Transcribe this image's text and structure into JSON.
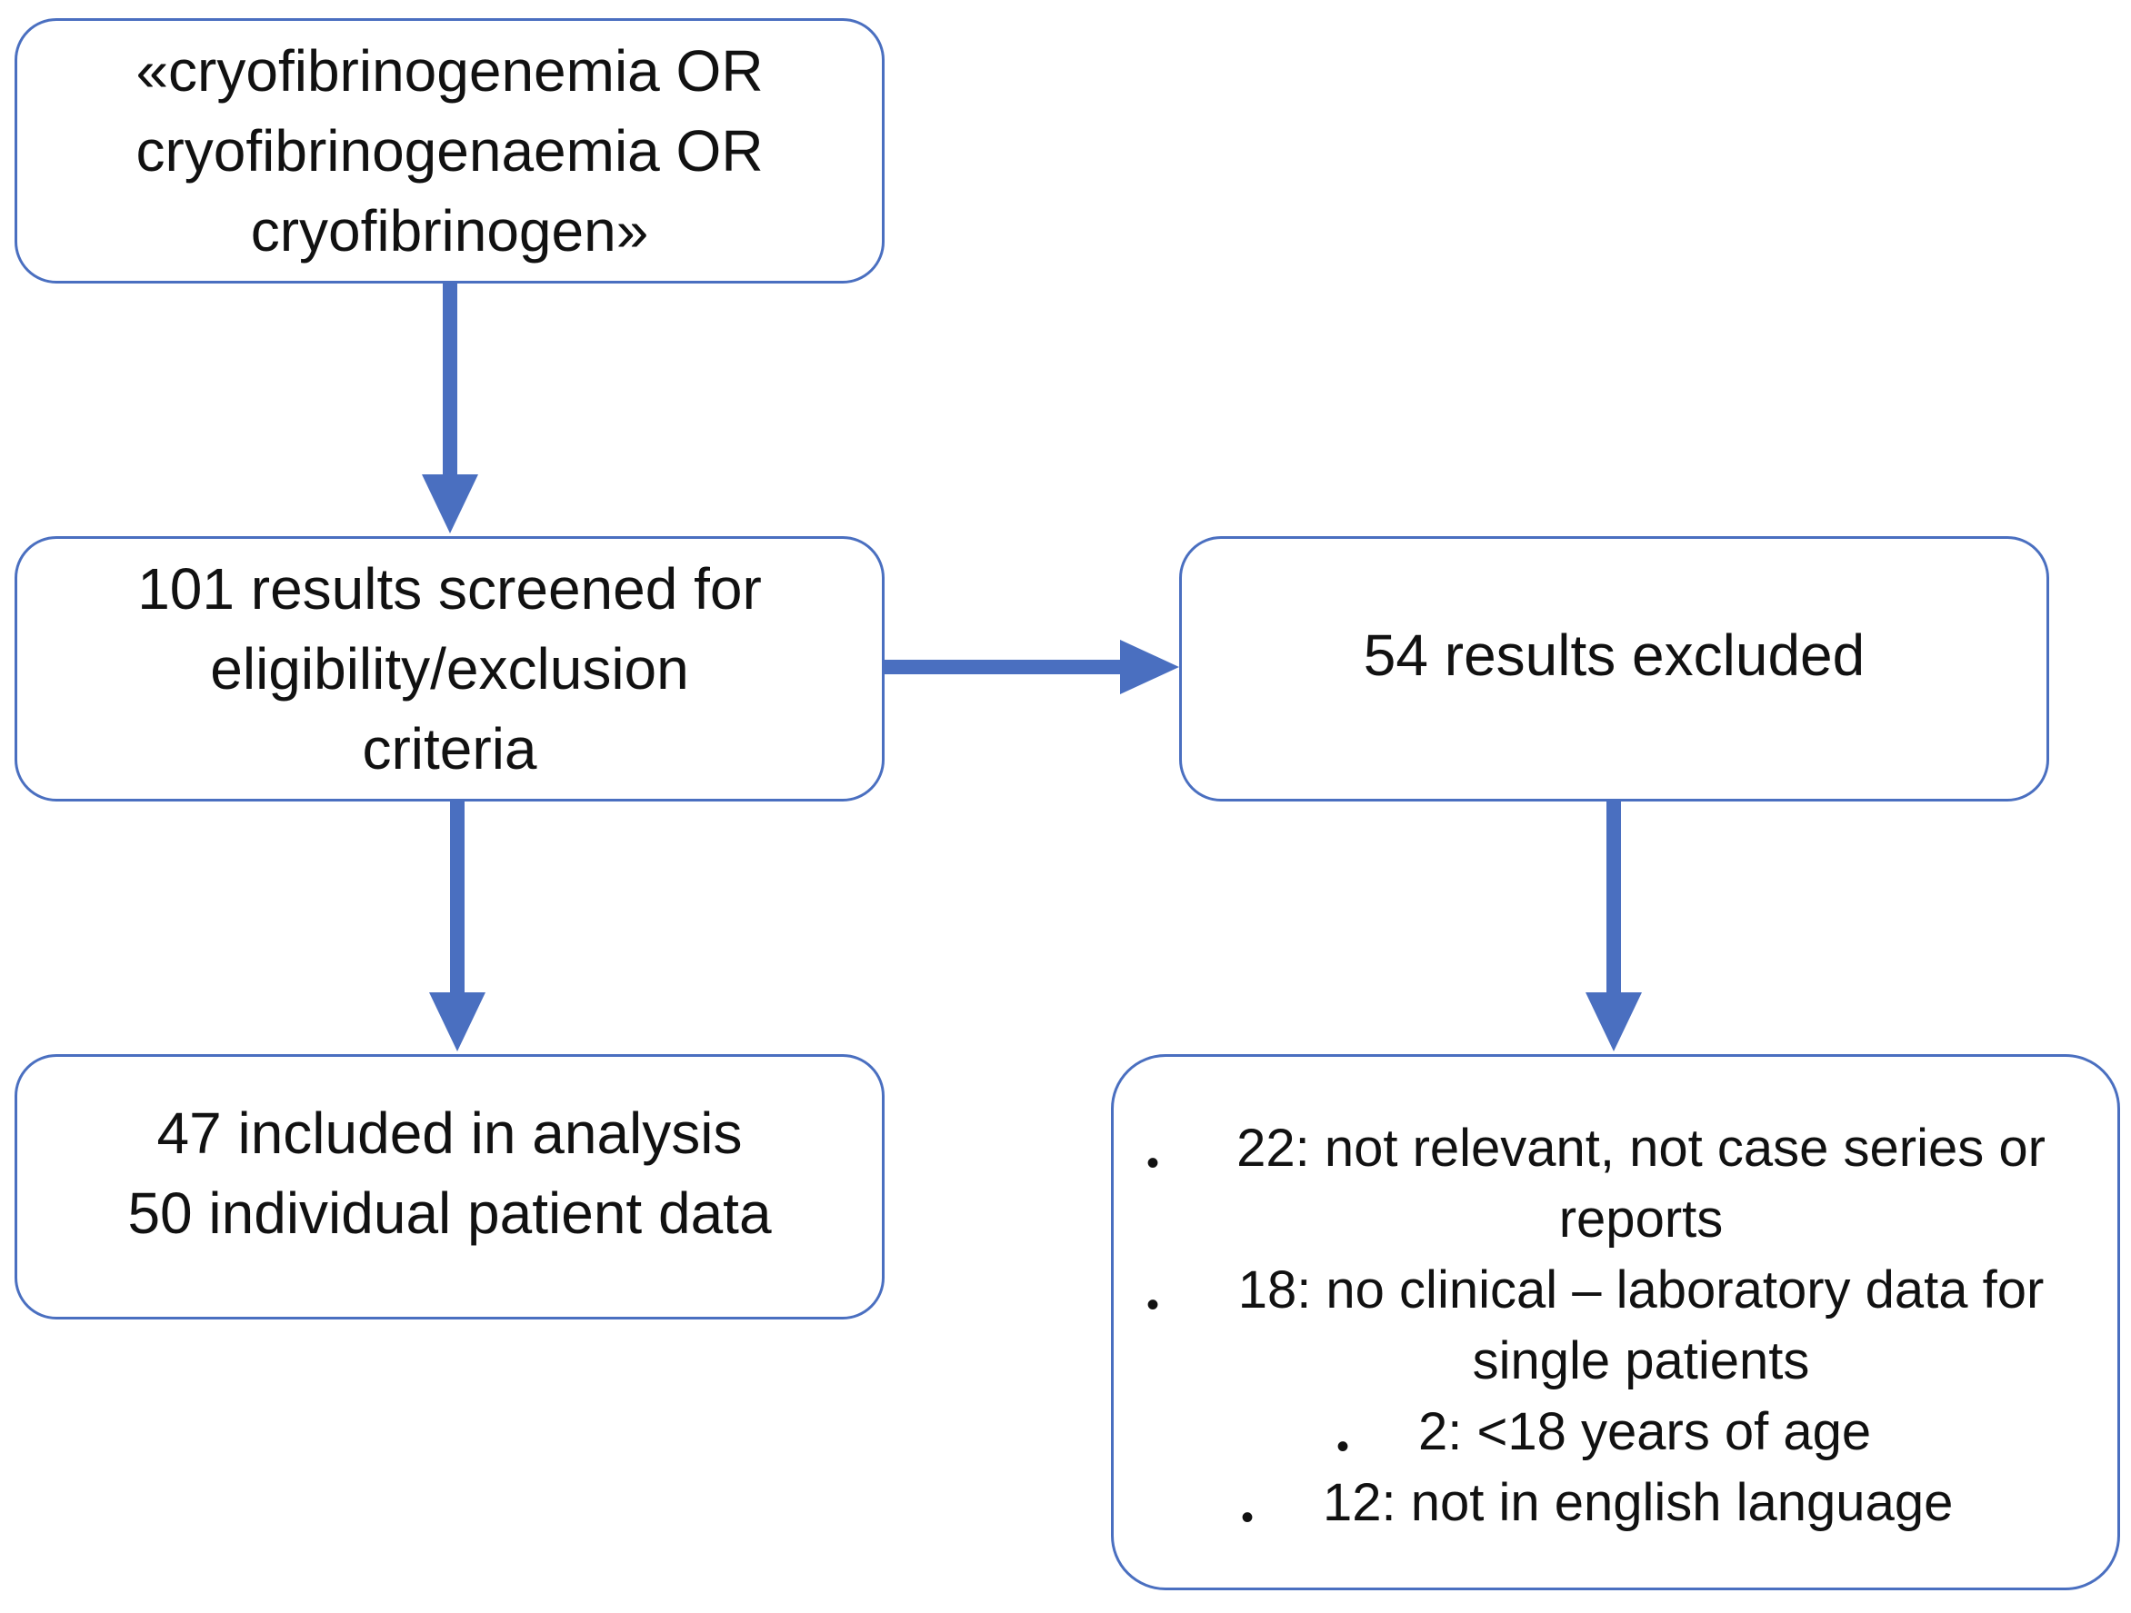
{
  "diagram": {
    "query_lines": [
      "«cryofibrinogenemia OR",
      "cryofibrinogenaemia OR",
      "cryofibrinogen»"
    ],
    "screened_lines": [
      "101 results screened for",
      "eligibility/exclusion",
      "criteria"
    ],
    "excluded_lines": [
      "54 results excluded"
    ],
    "included_lines": [
      "47 included in analysis",
      "50 individual patient data"
    ],
    "exclusion_reasons": [
      {
        "bullet": "•",
        "line1": "22: not relevant, not case series or",
        "line2": "reports"
      },
      {
        "bullet": "•",
        "line1": "18: no clinical – laboratory data for",
        "line2": "single patients"
      },
      {
        "bullet": "•",
        "line1": "2: <18 years of age"
      },
      {
        "bullet": "•",
        "line1": "12: not in english language"
      }
    ],
    "colors": {
      "border": "#4a6fc0",
      "arrow": "#4a6fc0",
      "text": "#111111"
    }
  }
}
